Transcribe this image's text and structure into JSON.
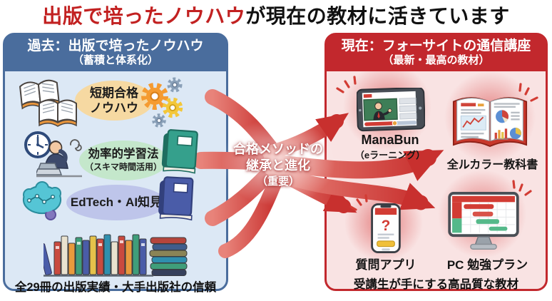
{
  "title": {
    "highlight": "出版で培ったノウハウ",
    "rest": "が現在の教材に活きています"
  },
  "left_panel": {
    "header": {
      "line1": "過去：出版で培ったノウハウ",
      "line2": "（蓄積と体系化）"
    },
    "items": [
      {
        "line1": "短期合格",
        "line2": "ノウハウ",
        "icons": [
          "open-books-icon",
          "gears-icon"
        ],
        "highlight_color": "#f6d9a2"
      },
      {
        "line1": "効率的学習法",
        "line2": "（スキマ時間活用）",
        "icons": [
          "clock-icon",
          "studying-person-icon",
          "teal-book-icon"
        ],
        "highlight_color": "#c4e7cb"
      },
      {
        "line1": "EdTech・AI知見",
        "icons": [
          "brain-icon",
          "blue-book-icon"
        ],
        "highlight_color": "#bec5ea"
      },
      {
        "icons": [
          "bookshelf-icon",
          "book-stack-icon"
        ]
      }
    ],
    "caption": "全29冊の出版実績・大手出版社の信頼"
  },
  "center_arrow": {
    "line1": "合格メソッドの",
    "line2": "継承と進化",
    "line3": "（重要）"
  },
  "right_panel": {
    "header": {
      "line1": "現在：フォーサイトの通信講座",
      "line2": "（最新・最高の教材）"
    },
    "items": [
      {
        "label": "ManaBun",
        "sublabel": "（eラーニング）",
        "icon": "tablet-elearning-icon"
      },
      {
        "label": "全ルカラー教科書",
        "icon": "fullcolor-textbook-icon"
      },
      {
        "label": "質問アプリ",
        "icon": "question-app-icon"
      },
      {
        "label": "PC 勉強プラン",
        "icon": "pc-study-plan-icon"
      }
    ],
    "caption": "受講生が手にする高品質な教材"
  },
  "colors": {
    "title_red": "#c22121",
    "left_header_blue": "#4a6d9d",
    "left_body_blue": "#dce8f5",
    "right_header_red": "#c2282d",
    "right_body_pink": "#f9e3e3",
    "arrow_red": "#c8302e"
  }
}
